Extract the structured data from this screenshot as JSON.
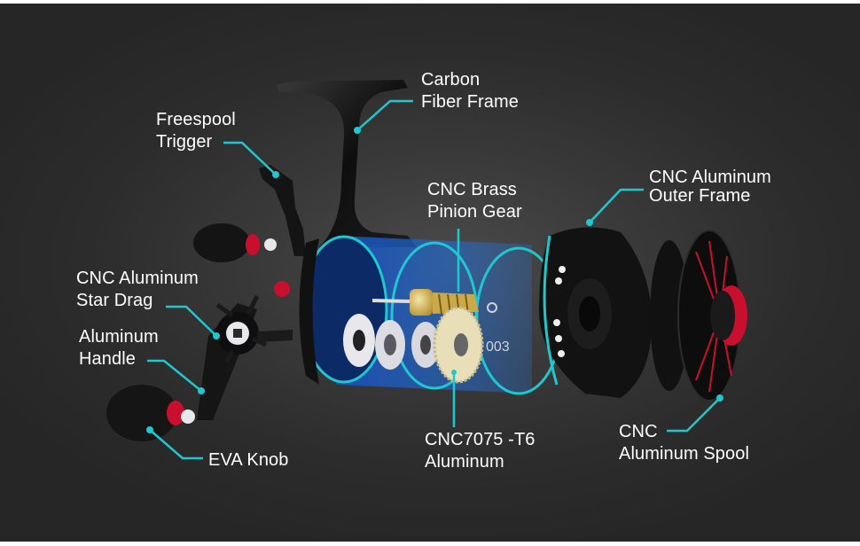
{
  "colors": {
    "background": "#262626",
    "callout_line": "#1ec8d0",
    "text": "#ffffff",
    "accent_red": "#c8102e",
    "glow_blue": "#1e6fe0",
    "brass": "#c9a94a"
  },
  "callouts": {
    "carbon_frame": {
      "line1": "Carbon",
      "line2": "Fiber Frame"
    },
    "freespool_trigger": {
      "line1": "Freespool",
      "line2": "Trigger"
    },
    "brass_pinion": {
      "line1": "CNC Brass",
      "line2": "Pinion Gear"
    },
    "outer_frame": {
      "line1": "CNC Aluminum",
      "line2": "Outer Frame"
    },
    "star_drag": {
      "line1": "CNC Aluminum",
      "line2": "Star Drag"
    },
    "handle": {
      "line1": "Aluminum",
      "line2": "Handle"
    },
    "eva_knob": {
      "line1": "EVA Knob"
    },
    "gear_alloy": {
      "line1": "CNC7075 -T6",
      "line2": "Aluminum"
    },
    "spool": {
      "line1": "CNC",
      "line2": "Aluminum Spool"
    }
  },
  "parts_text": {
    "washer_stamp": "003"
  }
}
